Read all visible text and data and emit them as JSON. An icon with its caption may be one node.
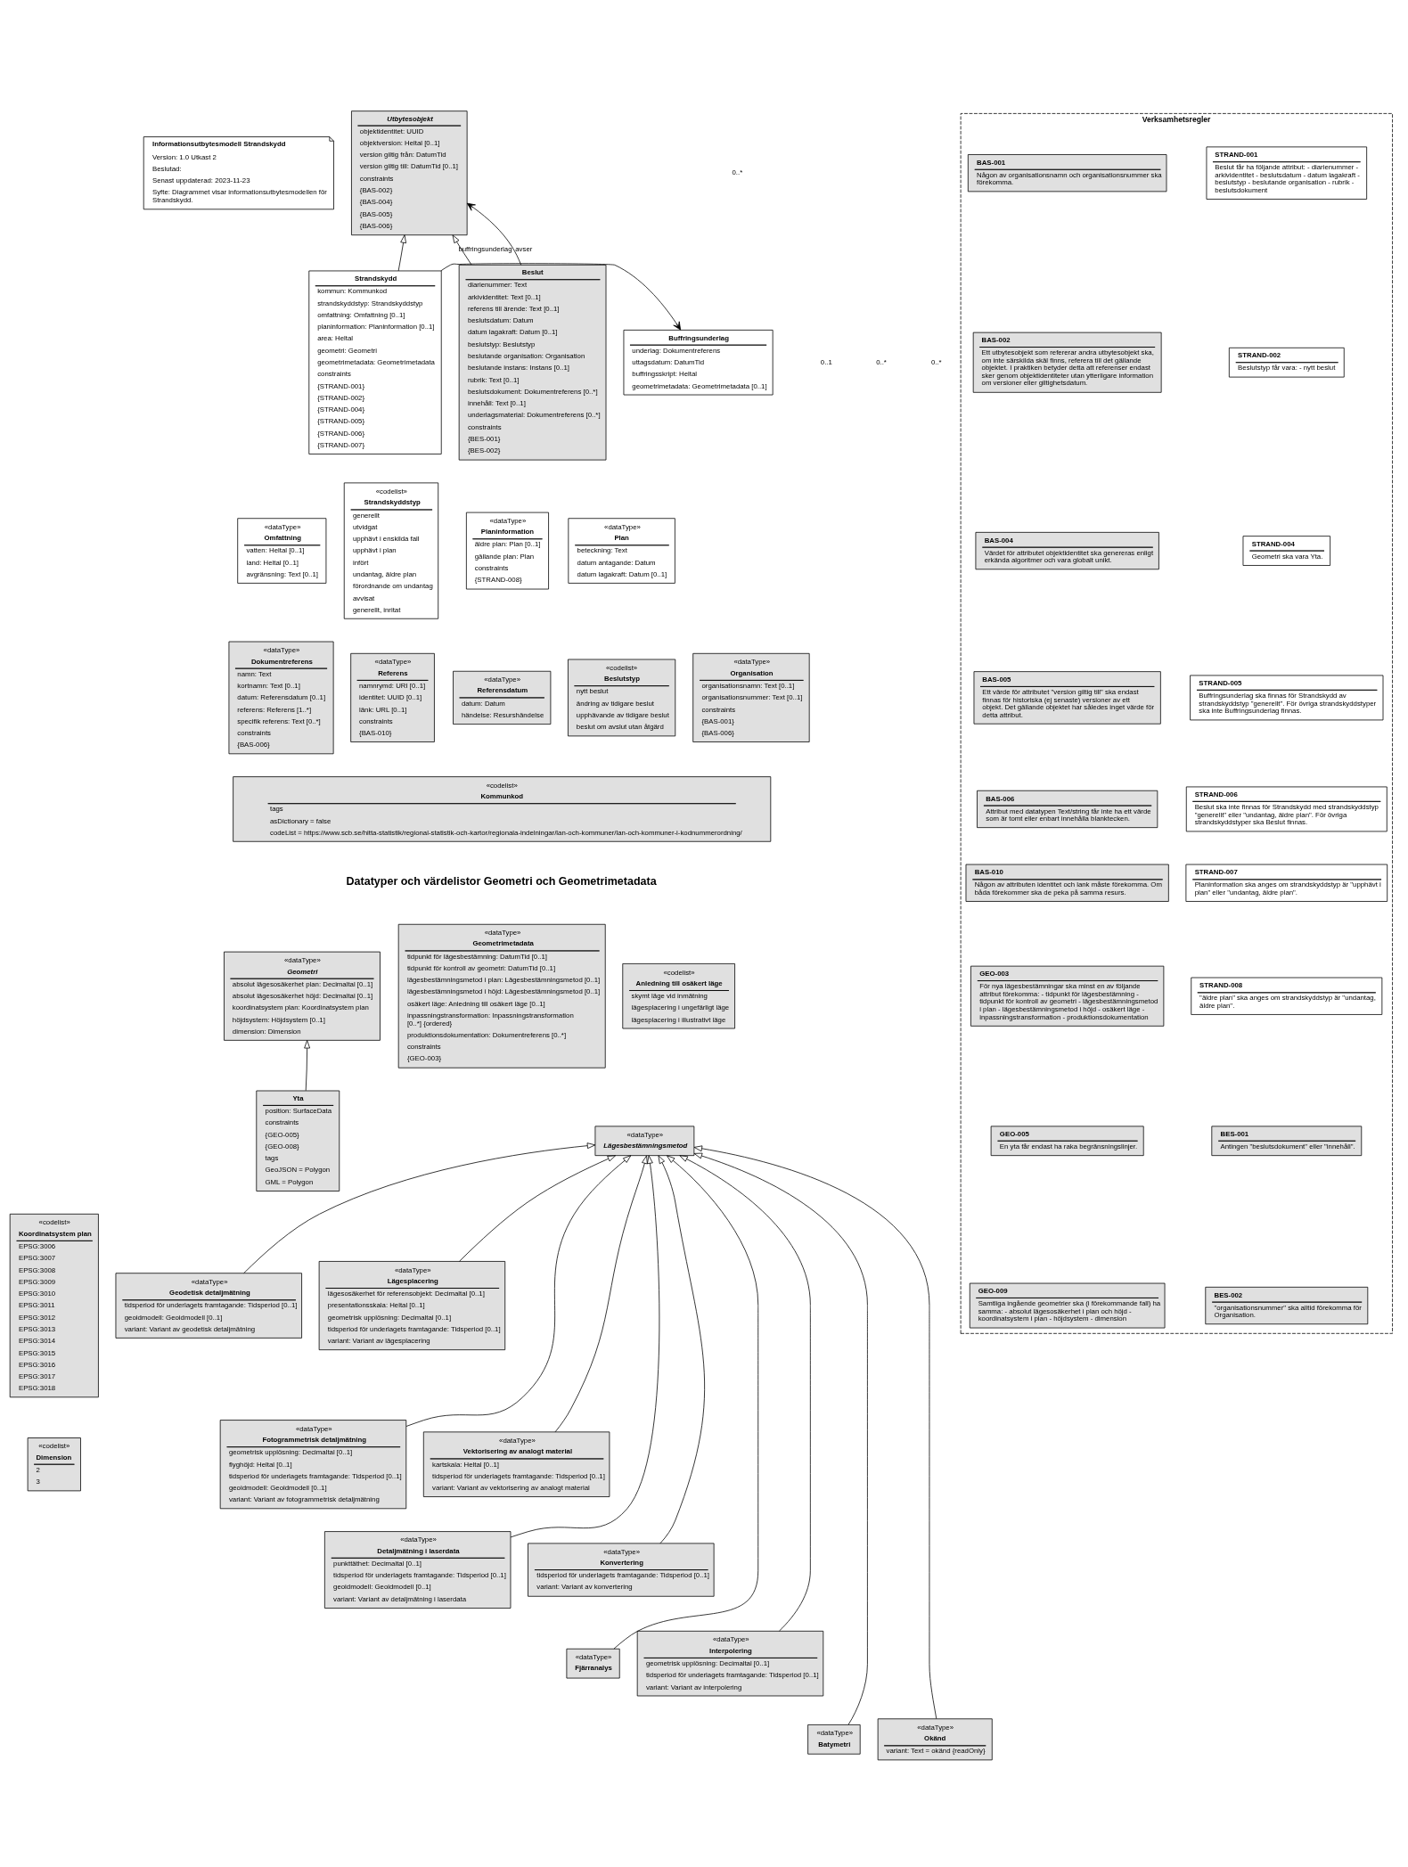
{
  "diagram": {
    "nodes": [
      {
        "text": [
          "Informationsutbytesmodell Strandskydd",
          "Version: 1.0 Utkast 2",
          "Beslutad:",
          "Senast uppdaterad: 2023-11-23",
          "Syfte: Diagrammet visar informationsutbytesmodellen för Strandskydd."
        ]
      },
      {
        "text": [
          "Utbytesobjekt",
          "objektidentitet: UUID",
          "objektversion: Heltal [0..1]",
          "version giltig från: DatumTid",
          "version giltig till: DatumTid [0..1]",
          "constraints",
          "{BAS-002}",
          "{BAS-004}",
          "{BAS-005}",
          "{BAS-006}"
        ]
      },
      {
        "text": [
          "Strandskydd",
          "kommun: Kommunkod",
          "strandskyddstyp: Strandskyddstyp",
          "omfattning: Omfattning [0..1]",
          "planinformation: Planinformation [0..1]",
          "area: Heltal",
          "geometri: Geometri",
          "geometrimetadata: Geometrimetadata",
          "constraints",
          "{STRAND-001}",
          "{STRAND-002}",
          "{STRAND-004}",
          "{STRAND-005}",
          "{STRAND-006}",
          "{STRAND-007}"
        ]
      },
      {
        "text": [
          "Beslut",
          "diarienummer: Text",
          "arkividentitet: Text [0..1]",
          "referens till ärende: Text [0..1]",
          "beslutsdatum: Datum",
          "datum lagakraft: Datum [0..1]",
          "beslutstyp: Beslutstyp",
          "beslutande organisation: Organisation",
          "beslutande instans: Instans [0..1]",
          "rubrik: Text [0..1]",
          "beslutsdokument: Dokumentreferens [0..*]",
          "innehåll: Text [0..1]",
          "underlagsmaterial: Dokumentreferens [0..*]",
          "constraints",
          "{BES-001}",
          "{BES-002}"
        ]
      },
      {
        "text": [
          "Buffringsunderlag",
          "underlag: Dokumentreferens",
          "uttagsdatum: DatumTid",
          "buffringsskript: Heltal",
          "geometrimetadata: Geometrimetadata [0..1]"
        ]
      },
      {
        "text": [
          "«dataType»",
          "Omfattning",
          "vatten: Heltal [0..1]",
          "land: Heltal [0..1]",
          "avgränsning: Text [0..1]"
        ]
      },
      {
        "text": [
          "«codelist»",
          "Strandskyddstyp",
          "generellt",
          "utvidgat",
          "upphävt i enskilda fall",
          "upphävt i plan",
          "infört",
          "undantag, äldre plan",
          "förordnande om undantag",
          "avvisat",
          "generellt, inritat"
        ]
      },
      {
        "text": [
          "«dataType»",
          "Planinformation",
          "äldre plan: Plan [0..1]",
          "gällande plan: Plan",
          "constraints",
          "{STRAND-008}"
        ]
      },
      {
        "text": [
          "«dataType»",
          "Plan",
          "beteckning: Text",
          "datum antagande: Datum",
          "datum lagakraft: Datum [0..1]"
        ]
      },
      {
        "text": [
          "«dataType»",
          "Dokumentreferens",
          "namn: Text",
          "kortnamn: Text [0..1]",
          "datum: Referensdatum [0..1]",
          "referens: Referens [1..*]",
          "specifik referens: Text [0..*]",
          "constraints",
          "{BAS-006}"
        ]
      },
      {
        "text": [
          "«dataType»",
          "Referens",
          "namnrymd: URI [0..1]",
          "identitet: UUID [0..1]",
          "länk: URL [0..1]",
          "constraints",
          "{BAS-010}"
        ]
      },
      {
        "text": [
          "«dataType»",
          "Referensdatum",
          "datum: Datum",
          "händelse: Resurshändelse"
        ]
      },
      {
        "text": [
          "«codelist»",
          "Beslutstyp",
          "nytt beslut",
          "ändring av tidigare beslut",
          "upphävande av tidigare beslut",
          "beslut om avslut utan åtgärd"
        ]
      },
      {
        "text": [
          "«dataType»",
          "Organisation",
          "organisationsnamn: Text [0..1]",
          "organisationsnummer: Text [0..1]",
          "constraints",
          "{BAS-001}",
          "{BAS-006}"
        ]
      },
      {
        "text": [
          "«codelist»",
          "Kommunkod",
          "tags",
          "asDictionary = false",
          "codeList = https://www.scb.se/hitta-statistik/regional-statistik-och-kartor/regionala-indelningar/lan-och-kommuner/lan-och-kommuner-i-kodnummerordning/"
        ]
      },
      {
        "text": [
          "Verksamhetsregler"
        ]
      },
      {
        "text": [
          "STRAND-001",
          "Beslut får ha följande attribut: - diarienummer - arkividentitet - beslutsdatum - datum lagakraft - beslutstyp - beslutande organisation - rubrik - beslutsdokument"
        ],
        "in": 15
      },
      {
        "text": [
          "STRAND-002",
          "Beslutstyp får vara: - nytt beslut"
        ],
        "in": 15
      },
      {
        "text": [
          "STRAND-004",
          "Geometri ska vara Yta."
        ],
        "in": 15
      },
      {
        "text": [
          "STRAND-005",
          "Buffringsunderlag ska finnas för Strandskydd av strandskyddstyp \"generellt\". För övriga strandskyddstyper ska inte Buffringsunderlag finnas."
        ],
        "in": 15
      },
      {
        "text": [
          "STRAND-006",
          "Beslut ska inte finnas för Strandskydd med strandskyddstyp \"generellt\" eller \"undantag, äldre plan\". För övriga strandskyddstyper ska Beslut finnas."
        ],
        "in": 15
      },
      {
        "text": [
          "STRAND-007",
          "Planinformation ska anges om strandskyddstyp är \"upphävt i plan\" eller \"undantag, äldre plan\"."
        ],
        "in": 15
      },
      {
        "text": [
          "STRAND-008",
          "\"äldre plan\" ska anges om strandskyddstyp är \"undantag, äldre plan\"."
        ],
        "in": 15
      },
      {
        "text": [
          "BES-001",
          "Antingen \"beslutsdokument\" eller \"innehåll\"."
        ],
        "in": 15
      },
      {
        "text": [
          "BES-002",
          "\"organisationsnummer\" ska alltid förekomma för Organisation."
        ],
        "in": 15
      },
      {
        "text": [
          "BAS-001",
          "Någon av organisationsnamn och organisationsnummer ska förekomma."
        ],
        "in": 15
      },
      {
        "text": [
          "BAS-002",
          "Ett utbytesobjekt som refererar andra utbytesobjekt ska, om inte särskilda skäl finns, referera till det gällande objektet. I praktiken betyder detta att referenser endast sker genom objektidentiteter utan ytterligare information om versioner eller giltighetsdatum."
        ],
        "in": 15
      },
      {
        "text": [
          "BAS-004",
          "Värdet för attributet objektidentitet ska genereras enligt erkända algoritmer och vara globalt unikt."
        ],
        "in": 15
      },
      {
        "text": [
          "BAS-005",
          "Ett värde för attributet \"version giltig till\" ska endast finnas för historiska (ej senaste) versioner av ett objekt. Det gällande objektet har således inget värde för detta attribut."
        ],
        "in": 15
      },
      {
        "text": [
          "BAS-006",
          "Attribut med datatypen Text/string får inte ha ett värde som är tomt eller enbart innehålla blanktecken."
        ],
        "in": 15
      },
      {
        "text": [
          "BAS-010",
          "Någon av attributen identitet och lank måste förekomma. Om båda förekommer ska de peka på samma resurs."
        ],
        "in": 15
      },
      {
        "text": [
          "GEO-003",
          "För nya lägesbestämningar ska minst en av följande attribut förekomma: - tidpunkt för lägesbestämning - tidpunkt för kontroll av geometri - lägesbestämningsmetod i plan - lägesbestämningsmetod i höjd - osäkert läge - inpassningstransformation - produktionsdokumentation"
        ],
        "in": 15
      },
      {
        "text": [
          "GEO-005",
          "En yta får endast ha raka begränsningslinjer."
        ],
        "in": 15
      },
      {
        "text": [
          "GEO-009",
          "Samtliga ingående geometrier ska (i förekommande fall) ha samma: - absolut lägesosäkerhet i plan och höjd - koordinatsystem i plan - höjdsystem - dimension"
        ],
        "in": 15
      },
      {
        "text": [
          "«dataType»",
          "Geometri",
          "absolut lägesosäkerhet plan: Decimaltal [0..1]",
          "absolut lägesosäkerhet höjd: Decimaltal [0..1]",
          "koordinatsystem plan: Koordinatsystem plan",
          "höjdsystem: Höjdsystem [0..1]",
          "dimension: Dimension"
        ]
      },
      {
        "text": [
          "«dataType»",
          "Geometrimetadata",
          "tidpunkt för lägesbestämning: DatumTid [0..1]",
          "tidpunkt för kontroll av geometri: DatumTid [0..1]",
          "lägesbestämningsmetod i plan: Lägesbestämningsmetod [0..1]",
          "lägesbestämningsmetod i höjd: Lägesbestämningsmetod [0..1]",
          "osäkert läge: Anledning till osäkert läge [0..1]",
          "inpassningstransformation: Inpassningstransformation [0..*] {ordered}",
          "produktionsdokumentation: Dokumentreferens [0..*]",
          "constraints",
          "{GEO-003}"
        ]
      },
      {
        "text": [
          "«codelist»",
          "Anledning till osäkert läge",
          "skymt läge vid inmätning",
          "lägesplacering i ungefärligt läge",
          "lägesplacering i illustrativt läge"
        ]
      },
      {
        "text": [
          "Yta",
          "position: SurfaceData",
          "constraints",
          "{GEO-005}",
          "{GEO-008}",
          "tags",
          "GeoJSON = Polygon",
          "GML = Polygon"
        ]
      },
      {
        "text": [
          "«dataType»",
          "Lägesbestämningsmetod"
        ]
      },
      {
        "text": [
          "«codelist»",
          "Koordinatsystem plan",
          "EPSG:3006",
          "EPSG:3007",
          "EPSG:3008",
          "EPSG:3009",
          "EPSG:3010",
          "EPSG:3011",
          "EPSG:3012",
          "EPSG:3013",
          "EPSG:3014",
          "EPSG:3015",
          "EPSG:3016",
          "EPSG:3017",
          "EPSG:3018"
        ]
      },
      {
        "text": [
          "«dataType»",
          "Geodetisk detaljmätning",
          "tidsperiod för underlagets framtagande: Tidsperiod [0..1]",
          "geoidmodell: Geoidmodell [0..1]",
          "variant: Variant av geodetisk detaljmätning"
        ]
      },
      {
        "text": [
          "«dataType»",
          "Lägesplacering",
          "lägesosäkerhet för referensobjekt: Decimaltal [0..1]",
          "presentationsskala: Heltal [0..1]",
          "geometrisk upplösning: Decimaltal [0..1]",
          "tidsperiod för underlagets framtagande: Tidsperiod [0..1]",
          "variant: Variant av lägesplacering"
        ]
      },
      {
        "text": [
          "«dataType»",
          "Fotogrammetrisk detaljmätning",
          "geometrisk upplösning: Decimaltal [0..1]",
          "flyghöjd: Heltal [0..1]",
          "tidsperiod för underlagets framtagande: Tidsperiod [0..1]",
          "geoidmodell: Geoidmodell [0..1]",
          "variant: Variant av fotogrammetrisk detaljmätning"
        ]
      },
      {
        "text": [
          "«dataType»",
          "Vektorisering av analogt material",
          "kartskala: Heltal [0..1]",
          "tidsperiod för underlagets framtagande: Tidsperiod [0..1]",
          "variant: Variant av vektorisering av analogt material"
        ]
      },
      {
        "text": [
          "«dataType»",
          "Detaljmätning i laserdata",
          "punkttäthet: Decimaltal [0..1]",
          "tidsperiod för underlagets framtagande: Tidsperiod [0..1]",
          "geoidmodell: Geoidmodell [0..1]",
          "variant: Variant av detaljmätning i laserdata"
        ]
      },
      {
        "text": [
          "«dataType»",
          "Konvertering",
          "tidsperiod för underlagets framtagande: Tidsperiod [0..1]",
          "variant: Variant av konvertering"
        ]
      },
      {
        "text": [
          "«dataType»",
          "Fjärranalys"
        ]
      },
      {
        "text": [
          "«dataType»",
          "Interpolering",
          "geometrisk upplösning: Decimaltal [0..1]",
          "tidsperiod för underlagets framtagande: Tidsperiod [0..1]",
          "variant: Variant av interpolering"
        ]
      },
      {
        "text": [
          "«dataType»",
          "Batymetri"
        ]
      },
      {
        "text": [
          "«dataType»",
          "Okänd",
          "variant: Text = okänd {readOnly}"
        ]
      },
      {
        "text": [
          "«codelist»",
          "Dimension",
          "2",
          "3"
        ]
      }
    ],
    "edges": [
      {
        "from": 2,
        "to": 1,
        "arrow": "to"
      },
      {
        "from": 3,
        "to": 1,
        "arrow": "to"
      },
      {
        "from": 3,
        "to": 1,
        "arrow": "to",
        "label": "avser"
      },
      {
        "from": 2,
        "to": 4,
        "arrow": "to",
        "label": "buffringsunderlag"
      },
      {
        "from": 37,
        "to": 34,
        "arrow": "to"
      },
      {
        "from": 40,
        "to": 38,
        "arrow": "to"
      },
      {
        "from": 41,
        "to": 38,
        "arrow": "to"
      },
      {
        "from": 42,
        "to": 38,
        "arrow": "to"
      },
      {
        "from": 43,
        "to": 38,
        "arrow": "to"
      },
      {
        "from": 44,
        "to": 38,
        "arrow": "to"
      },
      {
        "from": 45,
        "to": 38,
        "arrow": "to"
      },
      {
        "from": 46,
        "to": 38,
        "arrow": "to"
      },
      {
        "from": 47,
        "to": 38,
        "arrow": "to"
      },
      {
        "from": 48,
        "to": 38,
        "arrow": "to"
      },
      {
        "from": 49,
        "to": 38,
        "arrow": "to"
      }
    ],
    "labels": [
      "0..*",
      "0..*",
      "0..1",
      "0..*",
      "Datatyper och värdelistor Geometri och Geometrimetadata"
    ]
  }
}
